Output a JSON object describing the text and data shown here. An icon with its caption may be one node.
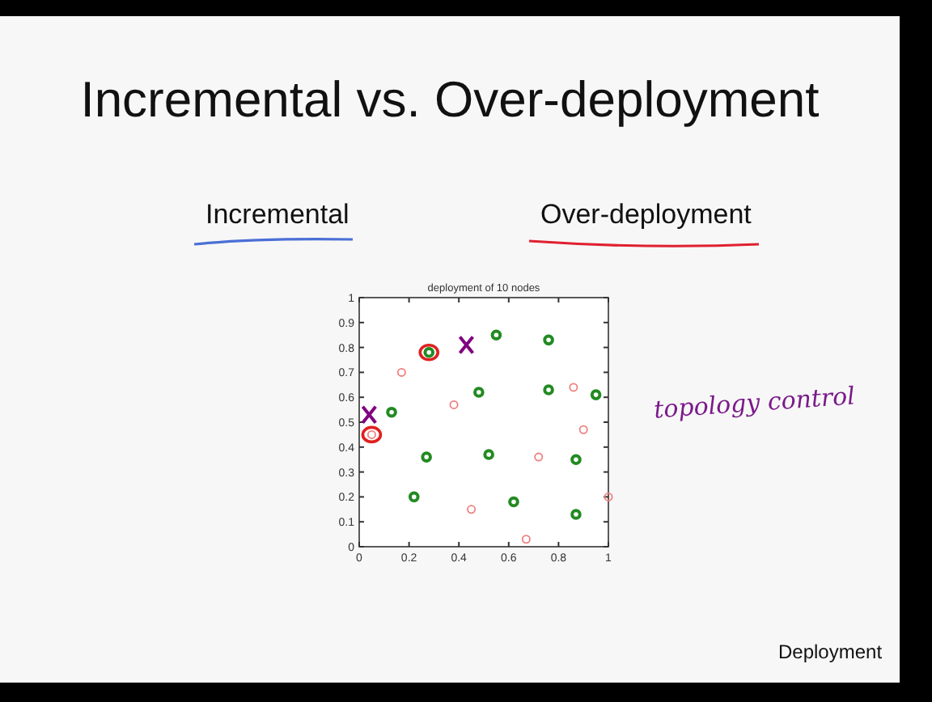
{
  "diagram": {
    "title": "Incremental vs. Over-deployment",
    "labels": [
      "Incremental",
      "Over-deployment",
      "topology control",
      "Deployment"
    ],
    "chart_data": {
      "type": "scatter",
      "title": "deployment of 10 nodes",
      "xlim": [
        0,
        1
      ],
      "ylim": [
        0,
        1
      ],
      "xticks": [
        0,
        0.2,
        0.4,
        0.6,
        0.8,
        1
      ],
      "yticks": [
        0,
        0.1,
        0.2,
        0.3,
        0.4,
        0.5,
        0.6,
        0.7,
        0.8,
        0.9,
        1
      ],
      "series": [
        {
          "color": "#228b22",
          "x": [
            0.28,
            0.55,
            0.76,
            0.13,
            0.48,
            0.76,
            0.95,
            0.27,
            0.52,
            0.87,
            0.22,
            0.62,
            0.87
          ],
          "values": [
            0.78,
            0.85,
            0.83,
            0.54,
            0.62,
            0.63,
            0.61,
            0.36,
            0.37,
            0.35,
            0.2,
            0.18,
            0.13
          ]
        },
        {
          "color": "#f08080",
          "x": [
            0.17,
            0.38,
            0.86,
            0.9,
            0.72,
            0.45,
            0.67,
            1.0,
            0.05
          ],
          "values": [
            0.7,
            0.57,
            0.64,
            0.47,
            0.36,
            0.15,
            0.03,
            0.2,
            0.45
          ]
        }
      ]
    }
  }
}
